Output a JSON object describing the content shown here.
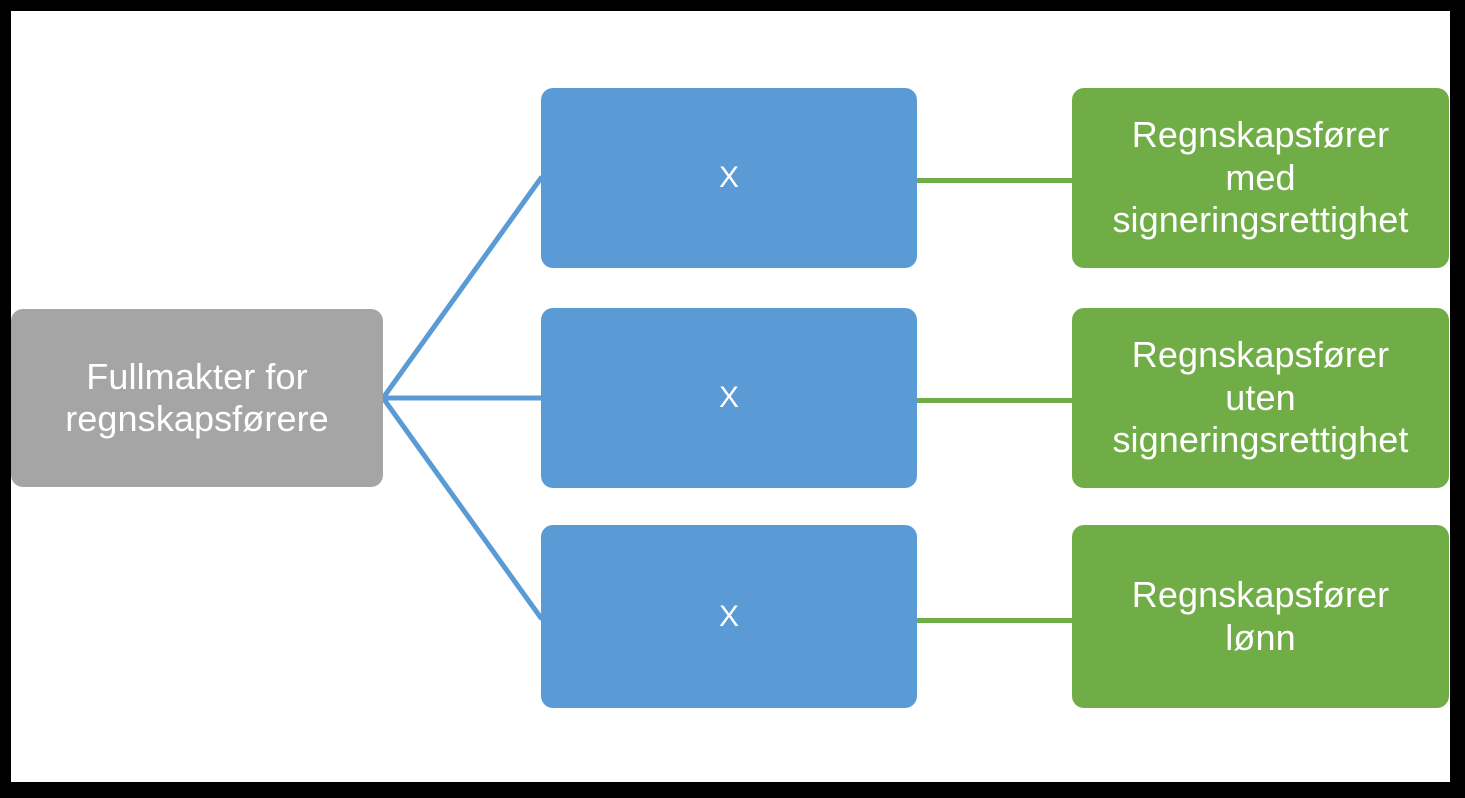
{
  "diagram": {
    "title": "Fullmakter for regnskapsførere",
    "type": "hierarchy-tree",
    "orientation": "left-to-right",
    "colors": {
      "root_fill": "#A5A5A5",
      "middle_fill": "#5B9BD5",
      "leaf_fill": "#70AD47",
      "text": "#FFFFFF",
      "frame": "#000000",
      "canvas": "#FFFFFF",
      "connector_root": "#5B9BD5",
      "connector_leaf": "#70AD47"
    },
    "root": {
      "label": "Fullmakter for\nregnskapsførere"
    },
    "branches": [
      {
        "middle_label": "X",
        "leaf_label": "Regnskapsfører\nmed\nsigneringsrettighet"
      },
      {
        "middle_label": "X",
        "leaf_label": "Regnskapsfører\nuten\nsigneringsrettighet"
      },
      {
        "middle_label": "X",
        "leaf_label": "Regnskapsfører\nlønn"
      }
    ]
  }
}
